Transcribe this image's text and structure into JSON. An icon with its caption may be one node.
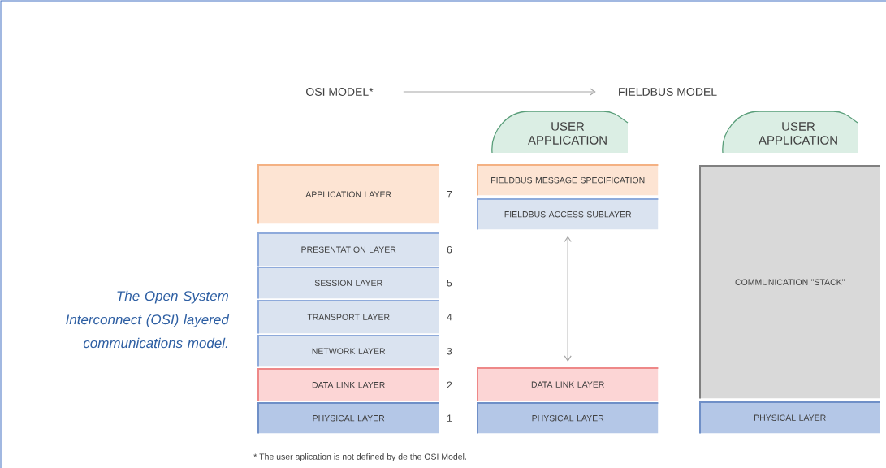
{
  "diagram": {
    "caption": "The Open System Interconnect (OSI) layered communications model.",
    "nodes": [
      {
        "text": [
          "OSI MODEL*"
        ]
      },
      {
        "text": [
          "FIELDBUS MODEL"
        ]
      },
      {
        "text": [
          "USER APPLICATION"
        ]
      },
      {
        "text": [
          "USER APPLICATION"
        ]
      },
      {
        "text": [
          "APPLICATION LAYER"
        ],
        "beside": [
          "7"
        ]
      },
      {
        "text": [
          "FIELDBUS MESSAGE SPECIFICATION"
        ]
      },
      {
        "text": [
          "FIELDBUS ACCESS SUBLAYER"
        ]
      },
      {
        "text": [
          "COMMUNICATION \"STACK\""
        ]
      },
      {
        "text": [
          "PRESENTATION LAYER"
        ],
        "beside": [
          "6"
        ]
      },
      {
        "text": [
          "SESSION LAYER"
        ],
        "beside": [
          "5"
        ]
      },
      {
        "text": [
          "TRANSPORT LAYER"
        ],
        "beside": [
          "4"
        ]
      },
      {
        "text": [
          "NETWORK LAYER"
        ],
        "beside": [
          "3"
        ]
      },
      {
        "text": [
          "DATA LINK LAYER"
        ],
        "beside": [
          "2"
        ]
      },
      {
        "text": [
          "DATA LINK LAYER"
        ]
      },
      {
        "text": [
          "PHYSICAL LAYER"
        ],
        "beside": [
          "1"
        ]
      },
      {
        "text": [
          "PHYSICAL LAYER"
        ]
      },
      {
        "text": [
          "PHYSICAL LAYER"
        ]
      }
    ],
    "edges": [
      {
        "from": 0,
        "to": 1,
        "arrow": "to"
      },
      {
        "from": 6,
        "to": 13,
        "arrow": "both"
      }
    ],
    "labels": [
      "* The user aplication is not defined by de the OSI Model."
    ]
  }
}
